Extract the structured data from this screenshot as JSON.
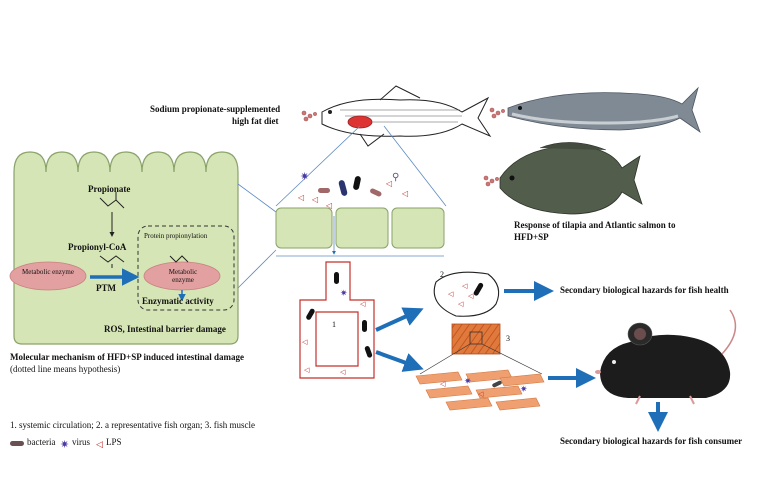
{
  "cell_diagram": {
    "propionate": "Propionate",
    "propionyl_coa": "Propionyl-CoA",
    "metabolic_enzyme_left": "Metabolic enzyme",
    "ptm": "PTM",
    "protein_propionylation": "Protein propionylation",
    "metabolic_enzyme_right": "Metabolic enzyme",
    "enzymatic_activity": "Enzymatic activity",
    "ros_damage": "ROS, Intestinal barrier damage"
  },
  "captions": {
    "mechanism_title": "Molecular mechanism of HFD+SP induced intestinal damage",
    "mechanism_note": "(dotted line means hypothesis)",
    "numbered_legend": "1. systemic circulation; 2. a representative fish organ; 3. fish muscle",
    "legend_bacteria": "bacteria",
    "legend_virus": "virus",
    "legend_lps": "LPS"
  },
  "diet": {
    "line1": "Sodium propionate-supplemented",
    "line2": "high fat diet"
  },
  "response": {
    "line1": "Response of tilapia and Atlantic salmon to",
    "line2": "HFD+SP"
  },
  "numbers": {
    "n1": "1",
    "n2": "2",
    "n3": "3"
  },
  "hazards": {
    "fish_health": "Secondary biological hazards for fish health",
    "fish_consumer": "Secondary biological hazards for fish consumer"
  },
  "colors": {
    "cell_fill": "#d5e5b5",
    "cell_stroke": "#8aa26a",
    "enzyme_fill": "#e2a0a0",
    "arrow_blue": "#1f6fb8",
    "vessel_red": "#c4302b",
    "muscle_orange": "#e8864a"
  }
}
